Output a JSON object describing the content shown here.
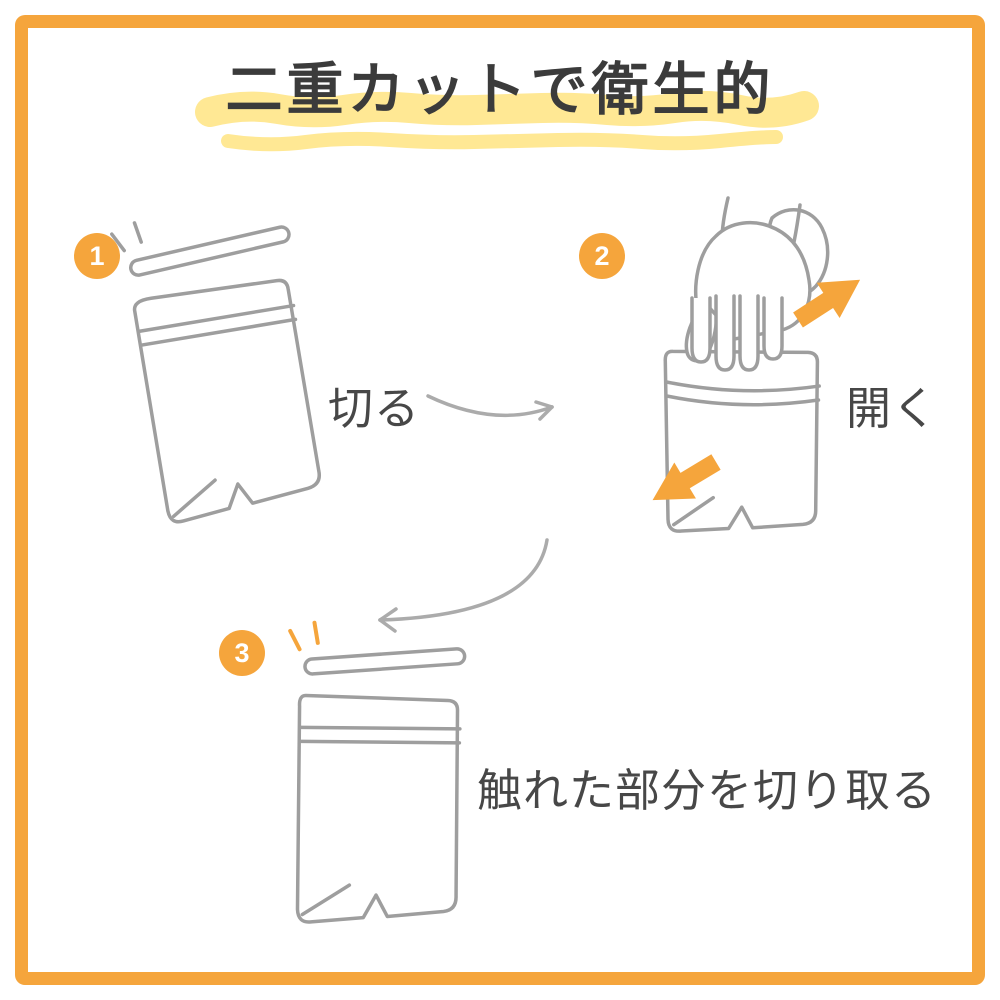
{
  "title": "二重カットで衛生的",
  "steps": [
    {
      "number": "1",
      "label": "切る"
    },
    {
      "number": "2",
      "label": "開く"
    },
    {
      "number": "3",
      "label": "触れた部分を切り取る"
    }
  ],
  "icons": {
    "step1": "pouch-with-cut-strip-icon",
    "step2": "hands-opening-pouch-icon",
    "step3": "pouch-with-cut-strip-icon",
    "flow1": "curved-arrow-right-icon",
    "flow2": "curved-arrow-down-left-icon",
    "open_direction": "thick-orange-arrows"
  },
  "colors": {
    "accent_orange": "#F5A53C",
    "highlight_yellow": "#FFE894",
    "line_gray": "#9E9E9E",
    "text_dark": "#3B3B3B",
    "background": "#FFFFFF"
  }
}
